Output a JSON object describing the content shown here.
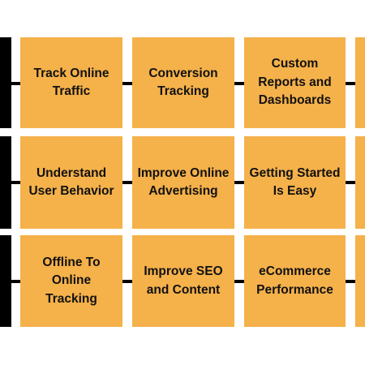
{
  "colors": {
    "box": "#f5b14a",
    "connector": "#000000",
    "text": "#111111",
    "background": "#ffffff"
  },
  "rows": [
    {
      "boxes": [
        "Track Online Traffic",
        "Conversion Tracking",
        "Custom Reports and Dashboards"
      ]
    },
    {
      "boxes": [
        "Understand User Behavior",
        "Improve Online Advertising",
        "Getting Started Is Easy"
      ]
    },
    {
      "boxes": [
        "Offline To Online Tracking",
        "Improve SEO and Content",
        "eCommerce Performance"
      ]
    }
  ]
}
